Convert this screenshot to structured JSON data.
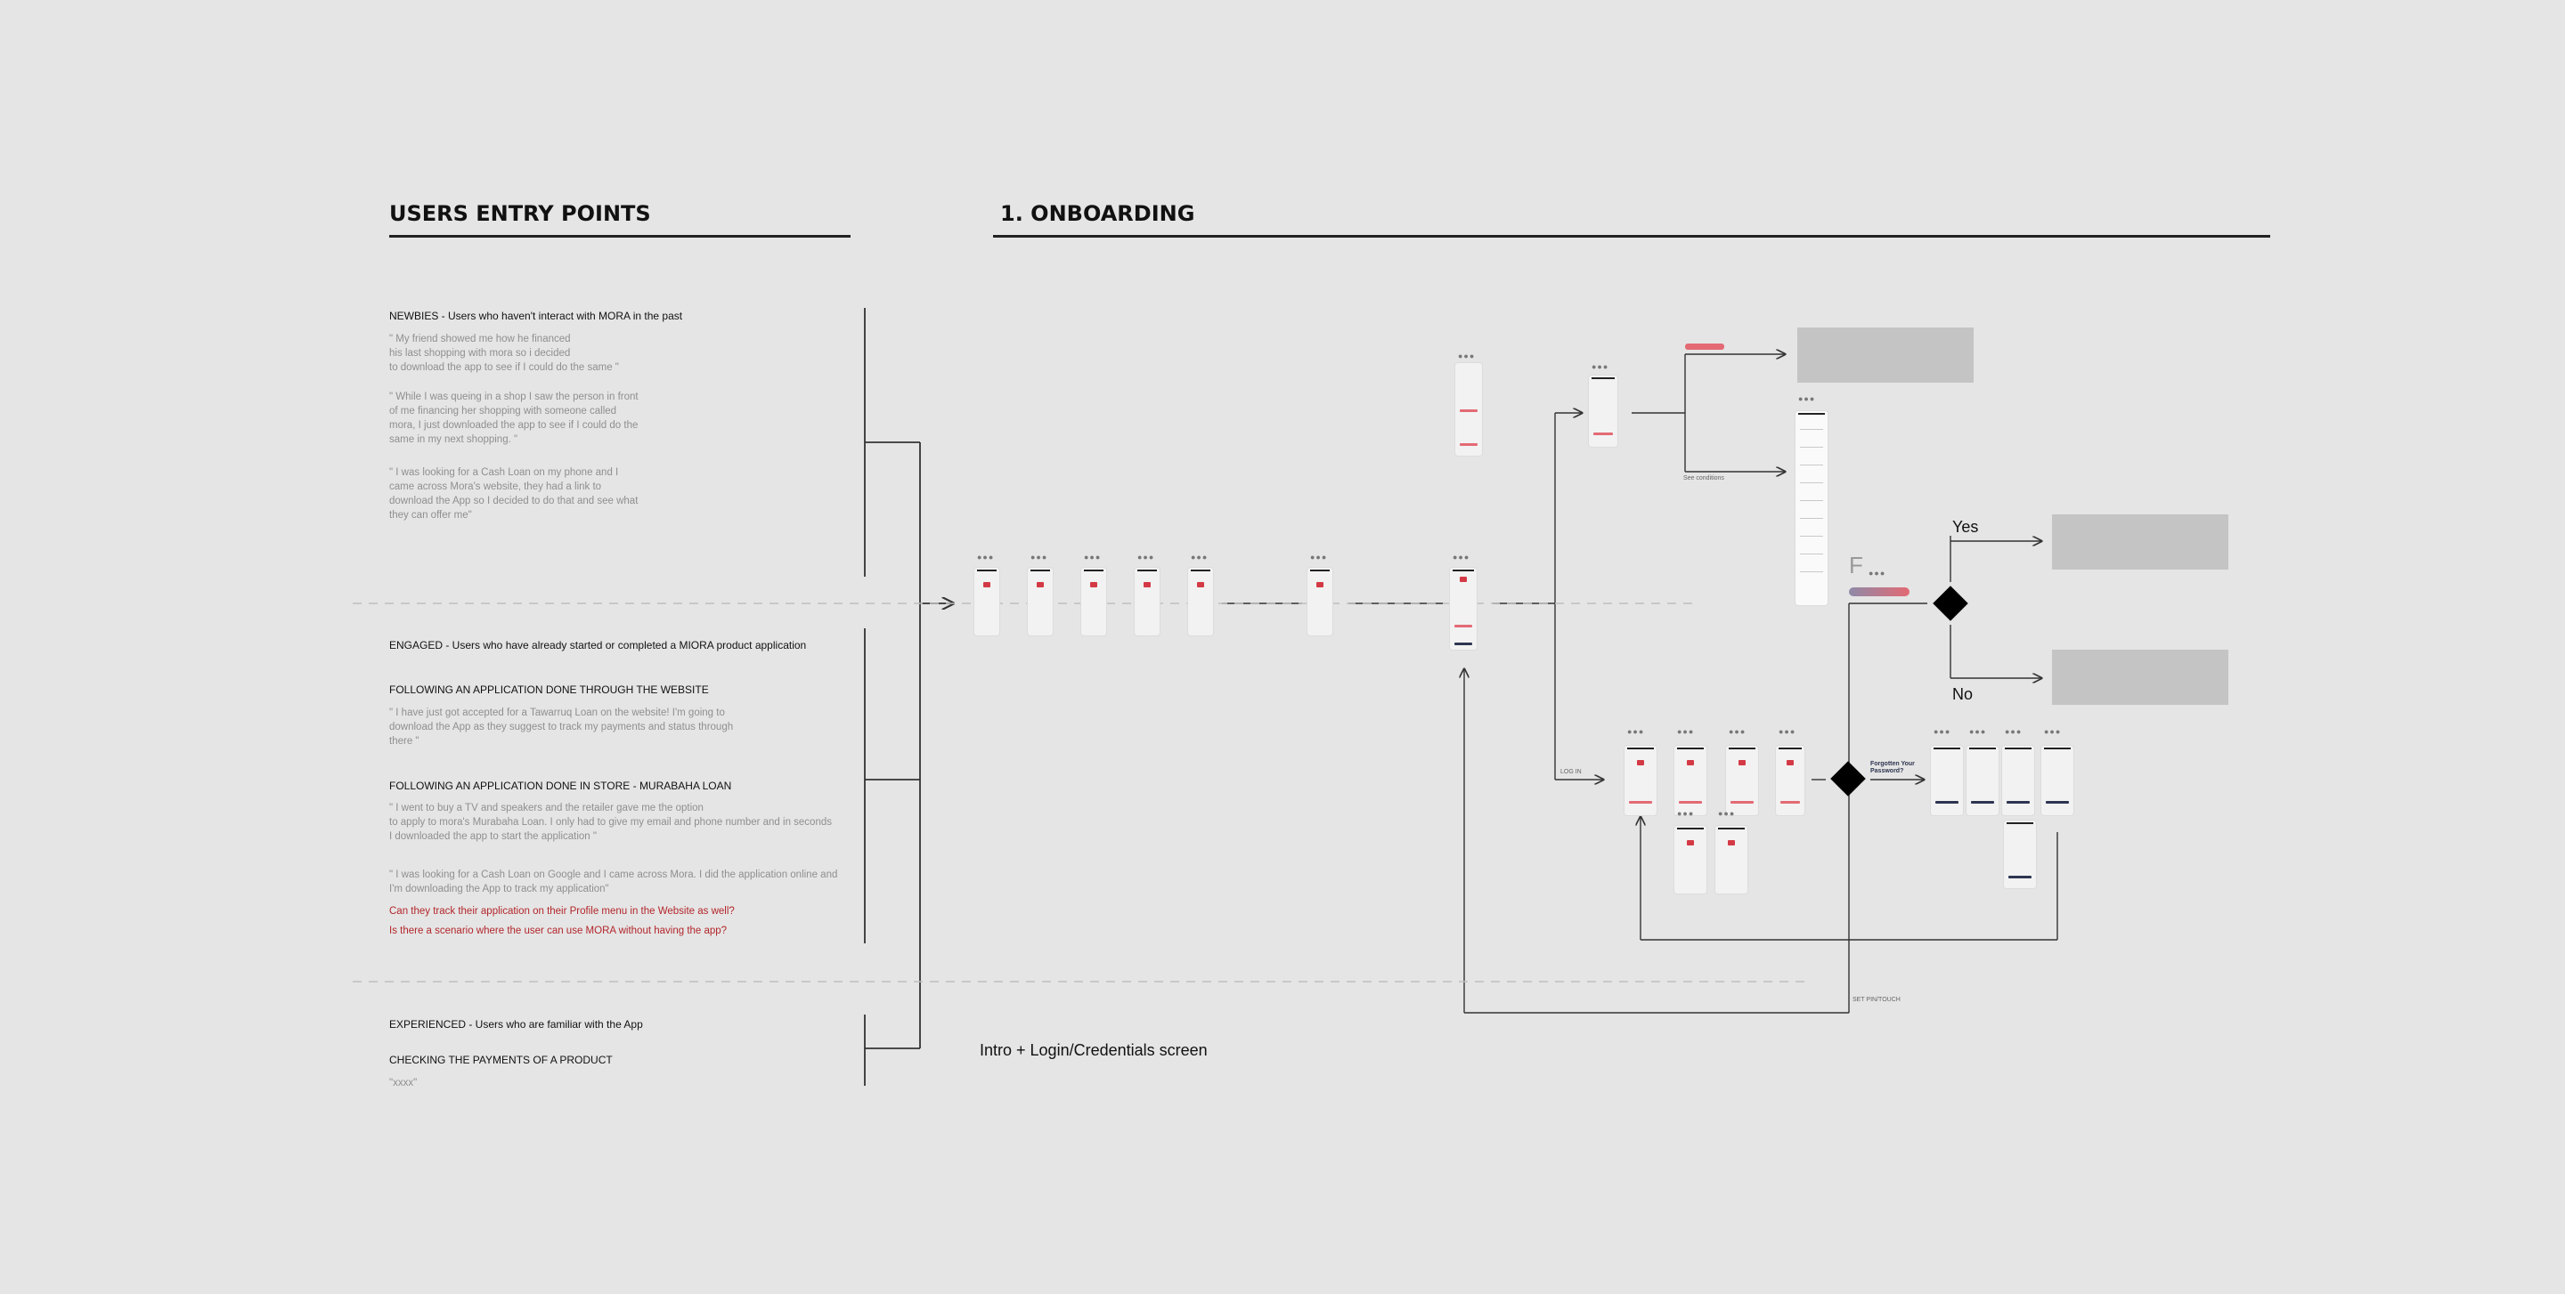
{
  "headings": {
    "entry_points": "USERS ENTRY POINTS",
    "onboarding": "1. ONBOARDING"
  },
  "segments": {
    "newbies": {
      "title": "NEWBIES - Users who haven't interact with MORA in the past",
      "quotes": [
        "\" My friend showed me how he financed\nhis last shopping with mora so i decided\nto download the app to see if I could do the same \"",
        "\" While I was queing in a shop I saw the person in front\nof me financing her shopping with someone called\nmora, I just downloaded the app to see if I could do the\nsame in my next shopping. \"",
        "\" I was looking for a Cash Loan on my phone and I\ncame across Mora's website, they had a link to\ndownload the App so I decided to do that and see what\nthey can offer me\""
      ]
    },
    "engaged": {
      "title": "ENGAGED - Users who have already started or completed a MIORA product application",
      "website_title": "FOLLOWING AN APPLICATION DONE THROUGH THE WEBSITE",
      "website_quote": "\" I have just got accepted for a Tawarruq Loan on the website! I'm going to\ndownload the App as they suggest to track my payments and status through\nthere \"",
      "store_title": "FOLLOWING AN APPLICATION DONE IN STORE - MURABAHA LOAN",
      "store_quote": "\" I went to buy a TV and speakers and the retailer gave me the option\nto apply to mora's Murabaha Loan. I only had to give my email and phone number and in seconds\nI downloaded the app to start the application \"",
      "google_quote": "\" I was looking for a Cash Loan on Google and I came across Mora. I did the application online and\nI'm downloading the App to track my application\"",
      "questions": [
        "Can they track their application on their Profile menu in the Website as well?",
        "Is there a scenario where the user can use MORA without having the app?"
      ]
    },
    "experienced": {
      "title": "EXPERIENCED - Users who are familiar with the App",
      "sub_title": "CHECKING THE PAYMENTS OF A PRODUCT",
      "quote": "\"xxxx\""
    }
  },
  "canvas": {
    "intro_caption": "Intro + Login/Credentials screen",
    "yes_label": "Yes",
    "no_label": "No",
    "forgot_label": "Forgotten Your Password?",
    "log_in_label": "LOG IN",
    "see_conditions_label": "See conditions",
    "set_pin_label": "SET PIN/TOUCH",
    "f_label": "F"
  },
  "colors": {
    "background": "#e5e5e5",
    "accent": "#d33a45",
    "question": "#b3262b",
    "line": "#333333",
    "placeholder_box": "#c4c4c4"
  }
}
